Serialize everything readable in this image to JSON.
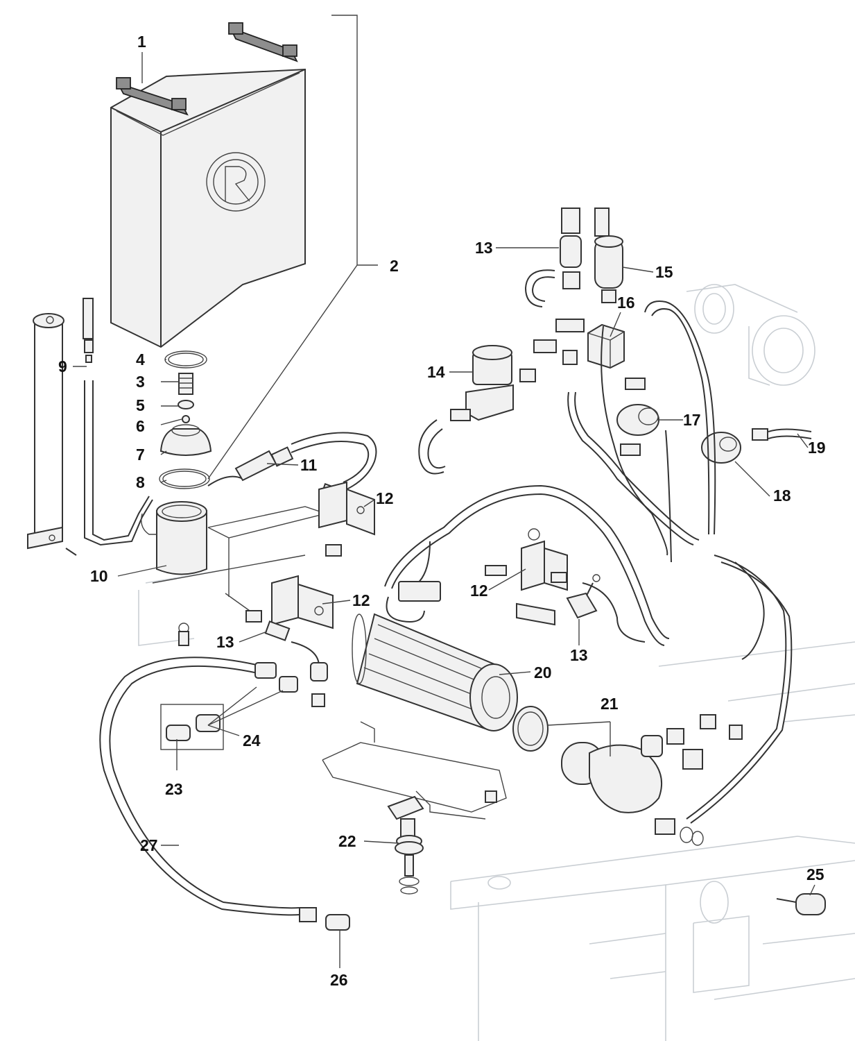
{
  "diagram": {
    "labels": [
      "1",
      "2",
      "3",
      "4",
      "5",
      "6",
      "7",
      "8",
      "9",
      "10",
      "11",
      "12",
      "12",
      "12",
      "13",
      "13",
      "13",
      "14",
      "15",
      "16",
      "17",
      "18",
      "19",
      "20",
      "21",
      "22",
      "23",
      "24",
      "25",
      "26",
      "27"
    ],
    "colors": {
      "line": "#333333",
      "ghost": "#c9ced3",
      "fill": "#f1f1f1",
      "text": "#111111"
    }
  }
}
